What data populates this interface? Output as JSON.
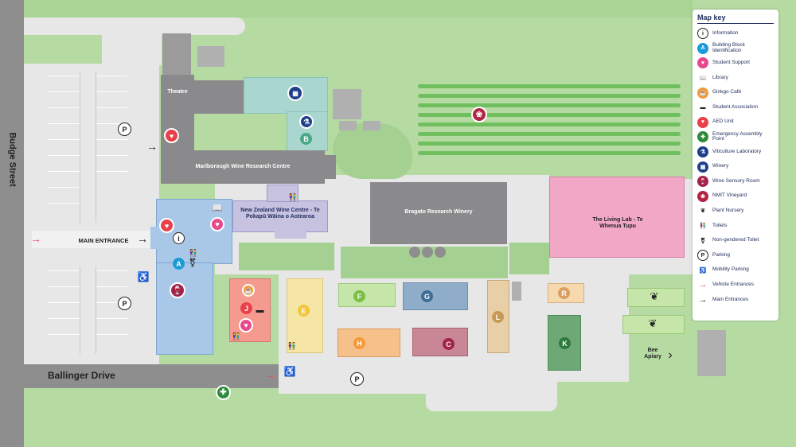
{
  "map": {
    "streets": {
      "budge": "Budge Street",
      "ballinger": "Ballinger Drive"
    },
    "main_entrance": "MAIN ENTRANCE",
    "buildings": {
      "theatre": "Theatre",
      "mwrc": "Marlborough Wine Research Centre",
      "nzwc": "New Zealand Wine Centre - Te Pokapū Wāina o Aotearoa",
      "bragato": "Bragato Research Winery",
      "living_lab": "The Living Lab - Te Whenua Tupu",
      "bee": "Bee Apiary"
    },
    "blocks": {
      "A": "A",
      "B": "B",
      "C": "C",
      "E": "E",
      "F": "F",
      "G": "G",
      "H": "H",
      "J": "J",
      "K": "K",
      "L": "L",
      "R": "R"
    },
    "parking_label": "P"
  },
  "legend": {
    "title": "Map key",
    "items": [
      {
        "label": "Information",
        "icon": "information-icon",
        "color": "#ffffff",
        "glyph": "i"
      },
      {
        "label": "Building Block Identification",
        "icon": "building-block-icon",
        "color": "#1a9bd7",
        "glyph": "A"
      },
      {
        "label": "Student Support",
        "icon": "student-support-icon",
        "color": "#e64a8c",
        "glyph": "♥"
      },
      {
        "label": "Library",
        "icon": "library-icon",
        "color": "#ffffff",
        "glyph": "📖"
      },
      {
        "label": "Ginkgo Café",
        "icon": "cafe-icon",
        "color": "#f29a3a",
        "glyph": "☕"
      },
      {
        "label": "Student Association",
        "icon": "student-association-icon",
        "color": "#ffffff",
        "glyph": "▬"
      },
      {
        "label": "AED Unit",
        "icon": "aed-icon",
        "color": "#e8414a",
        "glyph": "♥"
      },
      {
        "label": "Emergency Assembly Point",
        "icon": "assembly-point-icon",
        "color": "#2e8b3a",
        "glyph": "✚"
      },
      {
        "label": "Viticulture Laboratory",
        "icon": "microscope-icon",
        "color": "#1f3e8a",
        "glyph": "⚗"
      },
      {
        "label": "Winery",
        "icon": "winery-icon",
        "color": "#1f3e8a",
        "glyph": "▦"
      },
      {
        "label": "Wine Sensory Room",
        "icon": "wine-glass-icon",
        "color": "#a3234a",
        "glyph": "🍷"
      },
      {
        "label": "NMIT Vineyard",
        "icon": "vineyard-icon",
        "color": "#b22444",
        "glyph": "❀"
      },
      {
        "label": "Plant Nursery",
        "icon": "plant-icon",
        "color": "#ffffff",
        "glyph": "❦"
      },
      {
        "label": "Toilets",
        "icon": "toilets-icon",
        "color": "#ffffff",
        "glyph": "👫"
      },
      {
        "label": "Non-gendered Toilet",
        "icon": "non-gendered-toilet-icon",
        "color": "#ffffff",
        "glyph": "⚧"
      },
      {
        "label": "Parking",
        "icon": "parking-icon",
        "color": "#ffffff",
        "glyph": "P"
      },
      {
        "label": "Mobility Parking",
        "icon": "mobility-parking-icon",
        "color": "#ffffff",
        "glyph": "♿"
      },
      {
        "label": "Vehicle Entrances",
        "icon": "vehicle-entrance-arrow-icon",
        "color": "#e64a6c",
        "glyph": "→"
      },
      {
        "label": "Main Entrances",
        "icon": "main-entrance-arrow-icon",
        "color": "#222222",
        "glyph": "→"
      }
    ]
  }
}
